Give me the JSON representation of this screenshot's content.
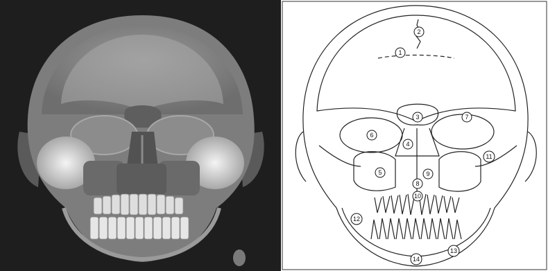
{
  "figure": {
    "left_panel": "simulated frontal skull radiograph",
    "right_panel": "labeled line tracing of frontal skull"
  },
  "labels": [
    "1",
    "2",
    "3",
    "4",
    "5",
    "6",
    "7",
    "8",
    "9",
    "10",
    "11",
    "12",
    "13",
    "14"
  ],
  "colors": {
    "xray_background": "#1e1e1e",
    "diagram_line": "#222222"
  }
}
